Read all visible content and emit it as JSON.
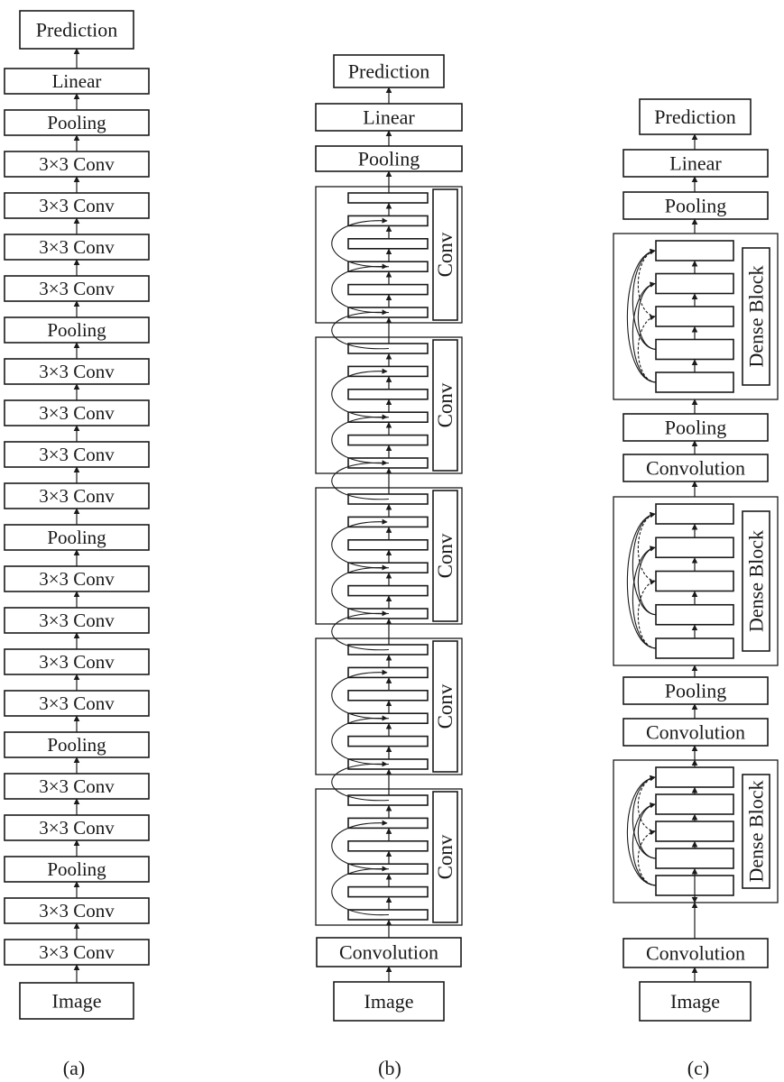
{
  "panels": {
    "a": {
      "caption": "(a)",
      "layers": [
        "Image",
        "3×3 Conv",
        "3×3 Conv",
        "Pooling",
        "3×3 Conv",
        "3×3 Conv",
        "Pooling",
        "3×3 Conv",
        "3×3 Conv",
        "3×3 Conv",
        "3×3 Conv",
        "Pooling",
        "3×3 Conv",
        "3×3 Conv",
        "3×3 Conv",
        "3×3 Conv",
        "Pooling",
        "3×3 Conv",
        "3×3 Conv",
        "3×3 Conv",
        "3×3 Conv",
        "Pooling",
        "Linear",
        "Prediction"
      ]
    },
    "b": {
      "caption": "(b)",
      "input": "Image",
      "stem": "Convolution",
      "block_label": "Conv",
      "block_count": 5,
      "layers_per_block": 6,
      "head": [
        "Pooling",
        "Linear",
        "Prediction"
      ]
    },
    "c": {
      "caption": "(c)",
      "input": "Image",
      "block_label": "Dense Block",
      "layers_per_block": 5,
      "sequence": [
        "Convolution",
        "Dense Block",
        "Convolution",
        "Pooling",
        "Dense Block",
        "Convolution",
        "Pooling",
        "Dense Block",
        "Pooling",
        "Linear",
        "Prediction"
      ]
    }
  }
}
